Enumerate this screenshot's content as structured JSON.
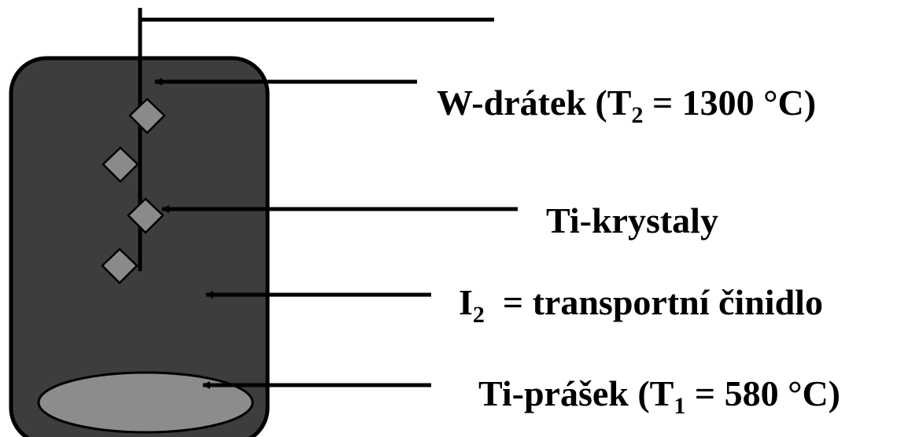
{
  "colors": {
    "vessel_fill": "#3d3d3d",
    "vessel_stroke": "#000000",
    "powder_fill": "#8c8c8c",
    "crystal_fill": "#8a8a8a",
    "line_color": "#000000",
    "background": "#ffffff"
  },
  "labels": {
    "wire": {
      "prefix": "W-drátek (T",
      "sub": "2",
      "suffix": " = 1300 °C)"
    },
    "crystals": {
      "text": "Ti-krystaly"
    },
    "iodine": {
      "prefix": "I",
      "sub": "2",
      "suffix": "  = transportní činidlo"
    },
    "powder": {
      "prefix": "Ti-prášek (T",
      "sub": "1",
      "suffix": " = 580 °C)"
    }
  },
  "crystal_count": 4
}
